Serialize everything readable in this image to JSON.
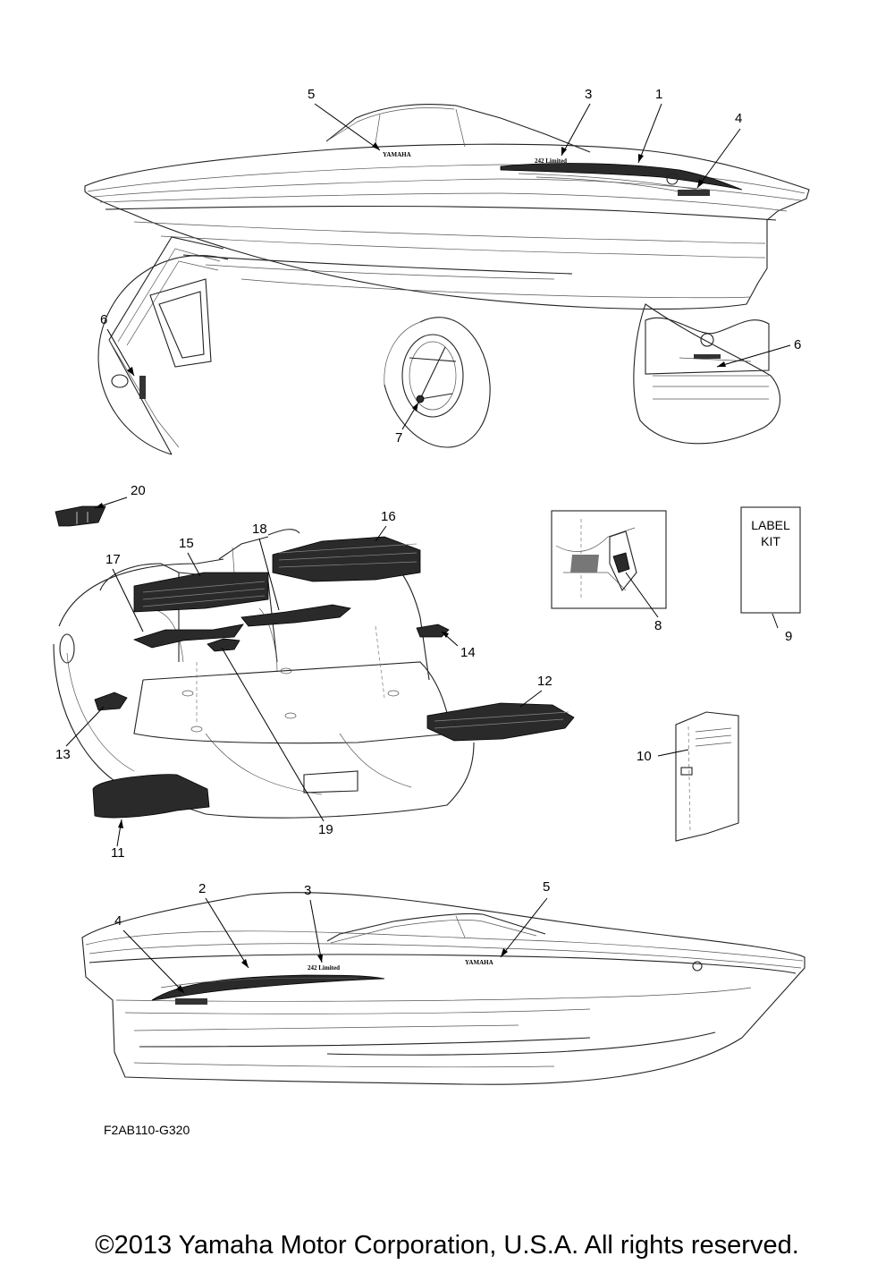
{
  "diagram": {
    "code": "F2AB110-G320",
    "copyright": "©2013 Yamaha Motor Corporation, U.S.A. All rights reserved.",
    "label_kit": [
      "LABEL",
      "KIT"
    ],
    "logo_text": "YAMAHA",
    "model_text": "242 Limited",
    "callouts": [
      "1",
      "2",
      "3",
      "4",
      "5",
      "6",
      "7",
      "8",
      "9",
      "10",
      "11",
      "12",
      "13",
      "14",
      "15",
      "16",
      "17",
      "18",
      "19",
      "20"
    ]
  }
}
